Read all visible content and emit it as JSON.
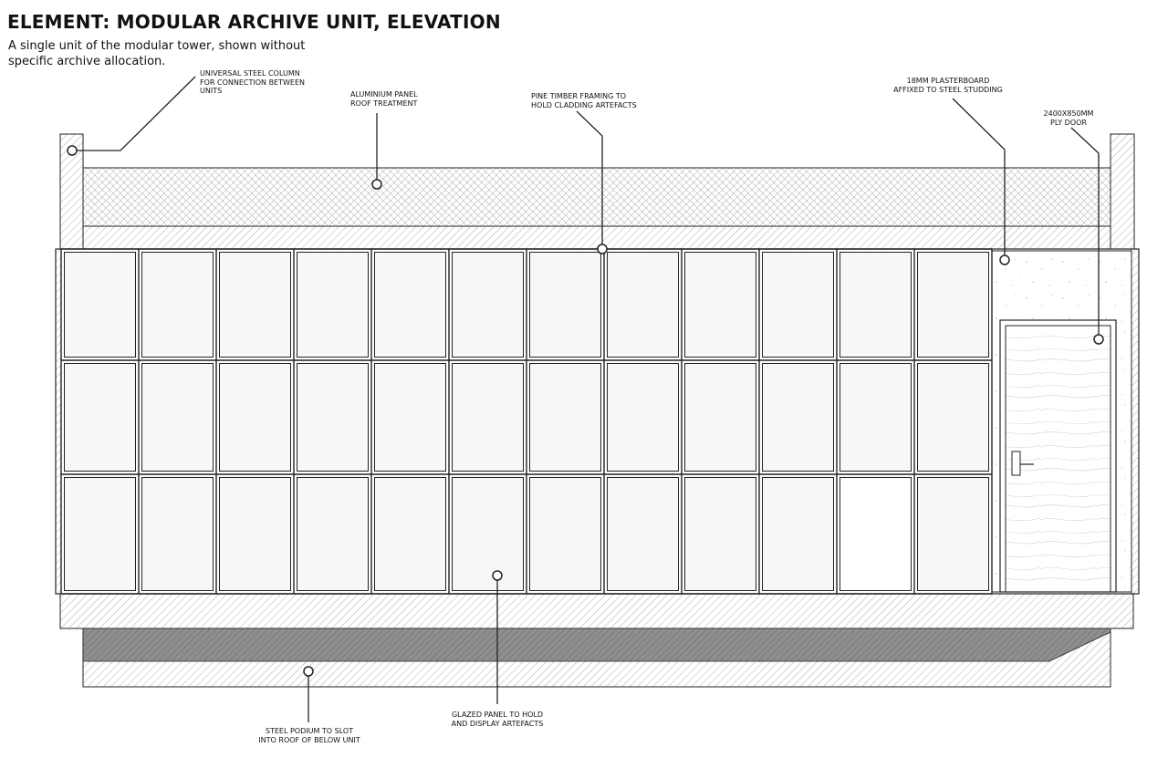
{
  "header": {
    "title": "ELEMENT: MODULAR ARCHIVE UNIT, ELEVATION",
    "subtitle_line1": "A single unit of the modular tower, shown without",
    "subtitle_line2": "specific archive allocation."
  },
  "callouts": {
    "column": [
      "UNIVERSAL STEEL COLUMN",
      "FOR CONNECTION BETWEEN",
      "UNITS"
    ],
    "roof": [
      "ALUMINIUM PANEL",
      "ROOF TREATMENT"
    ],
    "framing": [
      "PINE TIMBER FRAMING TO",
      "HOLD CLADDING ARTEFACTS"
    ],
    "plasterboard": [
      "18MM PLASTERBOARD",
      "AFFIXED TO STEEL STUDDING"
    ],
    "door": [
      "2400X850MM",
      "PLY DOOR"
    ],
    "podium": [
      "STEEL PODIUM TO SLOT",
      "INTO ROOF OF BELOW UNIT"
    ],
    "glazing": [
      "GLAZED PANEL TO HOLD",
      "AND DISPLAY ARTEFACTS"
    ]
  },
  "grid": {
    "columns": 12,
    "rows": 3
  },
  "colors": {
    "line": "#222222",
    "hatch": "#999999",
    "podium_dark": "#8a8a8a",
    "panel": "#f7f7f7"
  }
}
